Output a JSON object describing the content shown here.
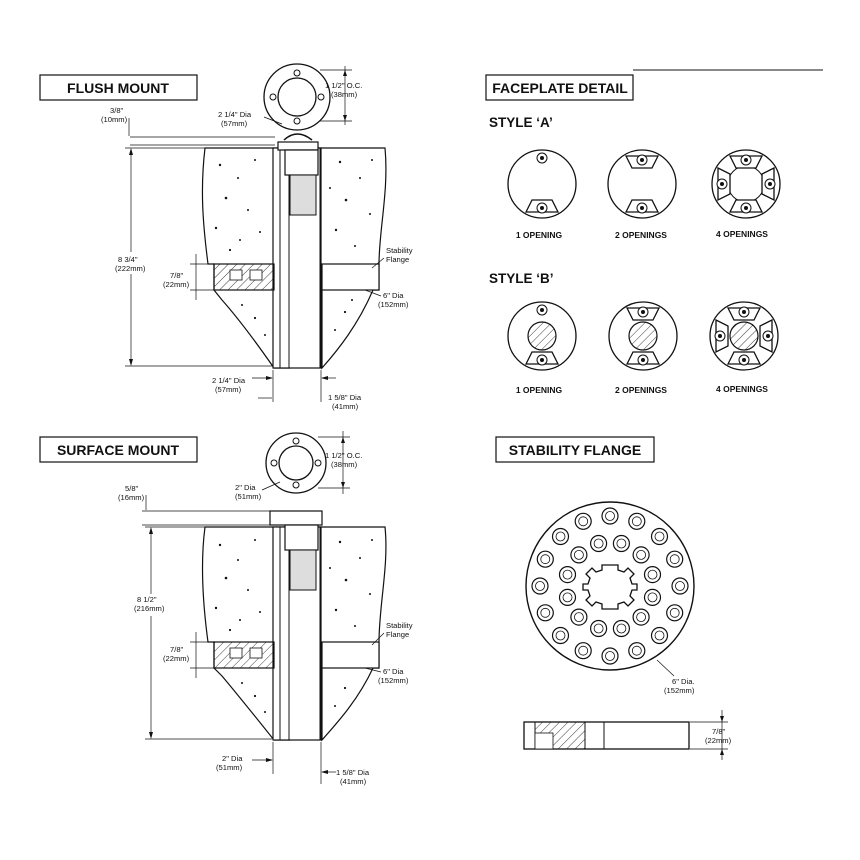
{
  "sections": {
    "flush_mount": "FLUSH MOUNT",
    "surface_mount": "SURFACE MOUNT",
    "faceplate_detail": "FACEPLATE DETAIL",
    "stability_flange": "STABILITY FLANGE"
  },
  "styles": {
    "a": "STYLE ‘A’",
    "b": "STYLE ‘B’"
  },
  "openings": [
    "1 OPENING",
    "2 OPENINGS",
    "4 OPENINGS"
  ],
  "flush_dims": {
    "faceplate_dia": [
      "2 1/4\" Dia",
      "(57mm)"
    ],
    "oc": [
      "1 1/2\" O.C.",
      "(38mm)"
    ],
    "top_offset": [
      "3/8\"",
      "(10mm)"
    ],
    "height": [
      "8 3/4\"",
      "(222mm)"
    ],
    "flange_thk": [
      "7/8\"",
      "(22mm)"
    ],
    "stability_flange": [
      "Stability",
      "Flange"
    ],
    "flange_dia": [
      "6\" Dia",
      "(152mm)"
    ],
    "body_dia": [
      "2 1/4\" Dia",
      "(57mm)"
    ],
    "pipe_dia": [
      "1 5/8\" Dia",
      "(41mm)"
    ]
  },
  "surface_dims": {
    "faceplate_dia": [
      "2\" Dia",
      "(51mm)"
    ],
    "oc": [
      "1 1/2\" O.C.",
      "(38mm)"
    ],
    "top_offset": [
      "5/8\"",
      "(16mm)"
    ],
    "height": [
      "8 1/2\"",
      "(216mm)"
    ],
    "flange_thk": [
      "7/8\"",
      "(22mm)"
    ],
    "stability_flange": [
      "Stability",
      "Flange"
    ],
    "flange_dia": [
      "6\" Dia",
      "(152mm)"
    ],
    "body_dia": [
      "2\" Dia",
      "(51mm)"
    ],
    "pipe_dia": [
      "1 5/8\" Dia",
      "(41mm)"
    ]
  },
  "flange_dims": {
    "dia": [
      "6\" Dia.",
      "(152mm)"
    ],
    "thk": [
      "7/8\"",
      "(22mm)"
    ]
  }
}
